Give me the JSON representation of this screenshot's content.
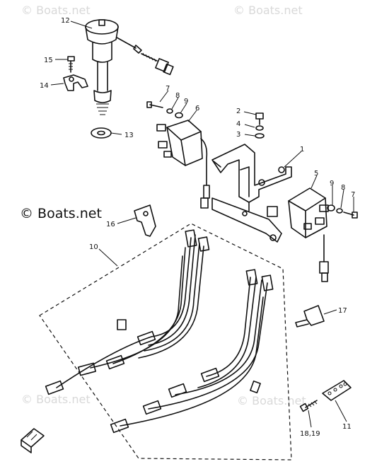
{
  "watermarks": {
    "top_left": "© Boats.net",
    "top_right": "© Boats.net",
    "bottom_left": "© Boats.net",
    "bottom_right": "© Boats.net"
  },
  "main_watermark": "© Boats.net",
  "callouts": {
    "c1": "1",
    "c2": "2",
    "c3": "3",
    "c4": "4",
    "c5": "5",
    "c6": "6",
    "c7a": "7",
    "c7b": "7",
    "c8a": "8",
    "c8b": "8",
    "c9a": "9",
    "c9b": "9",
    "c10": "10",
    "c11": "11",
    "c12": "12",
    "c13": "13",
    "c14": "14",
    "c15": "15",
    "c16": "16",
    "c17": "17",
    "c1819": "18,19"
  }
}
